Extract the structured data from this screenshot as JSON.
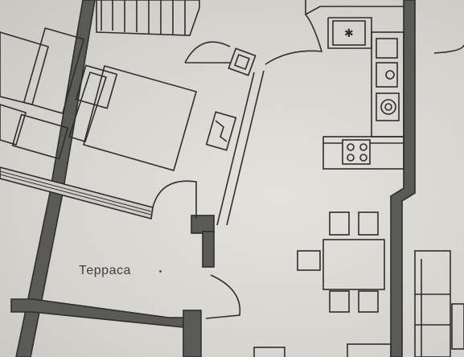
{
  "rooms": [
    {
      "label": "Терраса"
    }
  ],
  "fixtures": [
    {
      "type": "bed",
      "icon": "bed-icon"
    },
    {
      "type": "wash-basin",
      "icon": "sink-icon"
    },
    {
      "type": "sink",
      "icon": "kitchen-sink-icon"
    },
    {
      "type": "washing-machine",
      "icon": "washing-machine-icon"
    },
    {
      "type": "cooktop",
      "icon": "cooktop-icon"
    },
    {
      "type": "dining-table",
      "icon": "table-icon"
    },
    {
      "type": "sofa",
      "icon": "sofa-icon"
    }
  ],
  "colors": {
    "wall": "#4a4a48",
    "line": "#2e2e2e",
    "paper": "#dedcd7"
  }
}
